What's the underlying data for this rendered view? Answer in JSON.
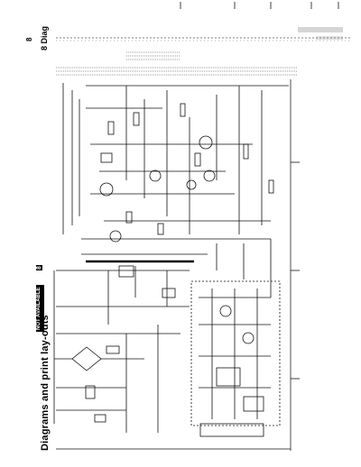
{
  "header": {
    "title": "Diagrams and print lay-outs",
    "section": "8 Diag",
    "page_label": "8"
  },
  "footer": {
    "model_label": "NOT AVAILABLE",
    "page_number": "8"
  },
  "colors": {
    "ink": "#111111",
    "faint": "#777777",
    "background": "#ffffff"
  }
}
